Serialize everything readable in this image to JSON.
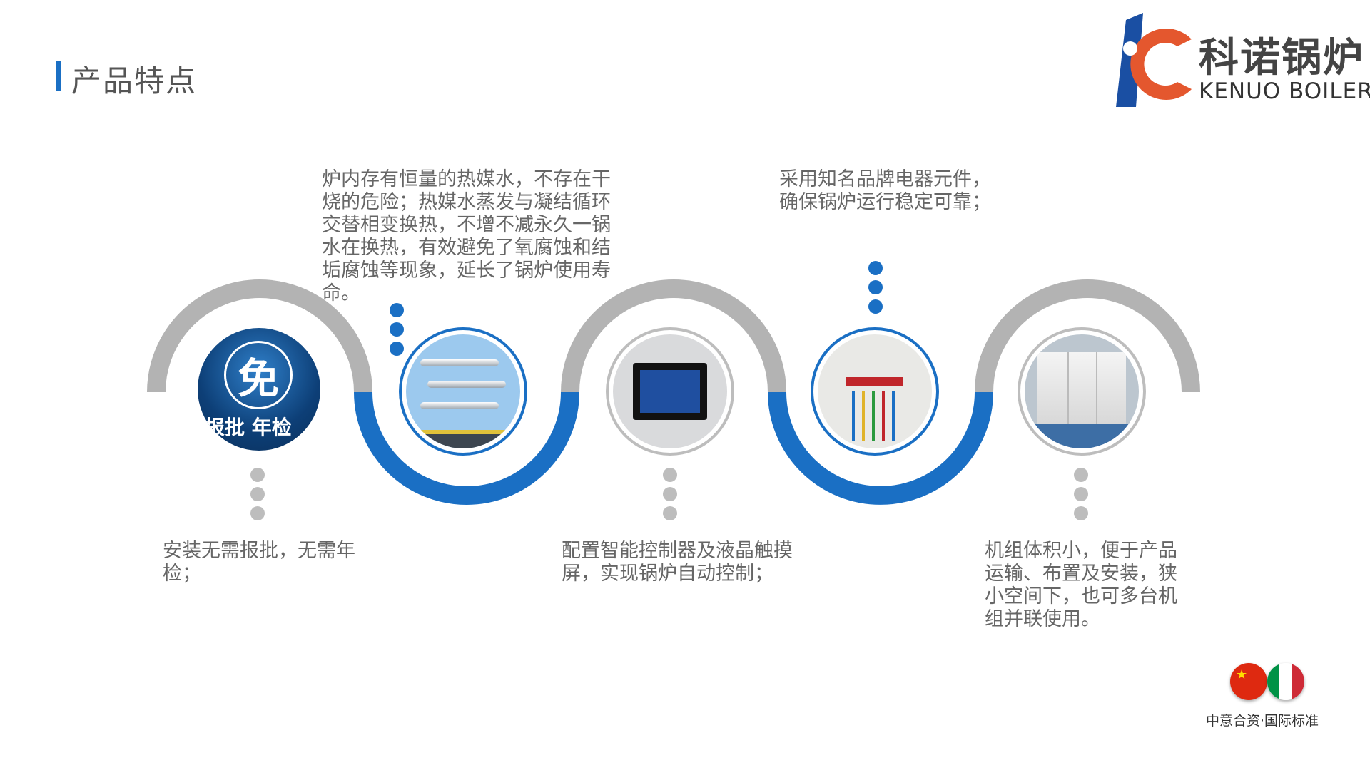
{
  "header": {
    "title": "产品特点"
  },
  "logo": {
    "name_cn": "科诺锅炉",
    "name_en": "KENUO BOILER"
  },
  "features": [
    {
      "text": "安装无需报批，无需年检；"
    },
    {
      "text": "炉内存有恒量的热媒水，不存在干烧的危险；热媒水蒸发与凝结循环交替相变换热，不增不减永久一锅水在换热，有效避免了氧腐蚀和结垢腐蚀等现象，延长了锅炉使用寿命。"
    },
    {
      "text": "配置智能控制器及液晶触摸屏，实现锅炉自动控制；"
    },
    {
      "text": "采用知名品牌电器元件，确保锅炉运行稳定可靠；"
    },
    {
      "text": "机组体积小，便于产品运输、布置及安装，狭小空间下，也可多台机组并联使用。"
    }
  ],
  "icon1": {
    "main_char": "免",
    "sub_text": "报批 年检"
  },
  "badge": {
    "text": "中意合资·国际标准"
  },
  "colors": {
    "accent_blue": "#1a6fc4",
    "gray": "#bdbdbd"
  }
}
